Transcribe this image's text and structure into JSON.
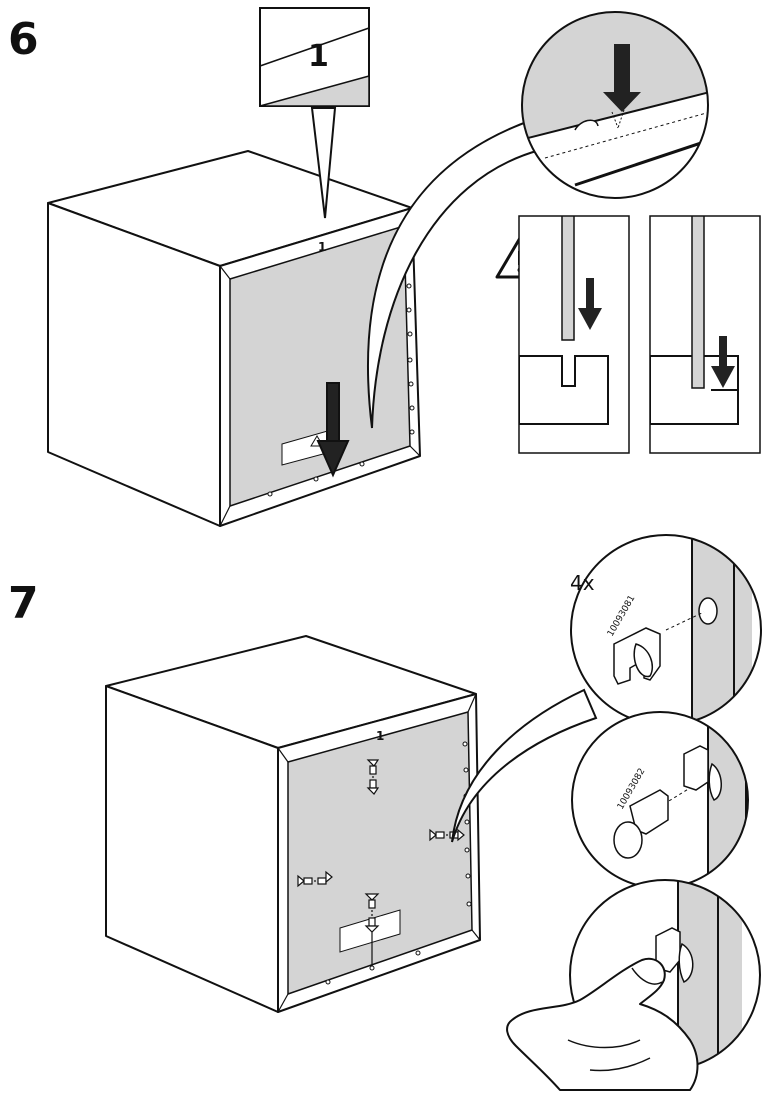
{
  "steps": [
    {
      "number": "6",
      "panel_label": "1",
      "back_panel_mark": "1"
    },
    {
      "number": "7",
      "back_panel_mark": "1",
      "quantity": "4x",
      "part_numbers": [
        "10093081",
        "10093082"
      ]
    }
  ],
  "colors": {
    "line": "#111111",
    "panel_fill": "#d4d4d4",
    "white": "#ffffff"
  }
}
